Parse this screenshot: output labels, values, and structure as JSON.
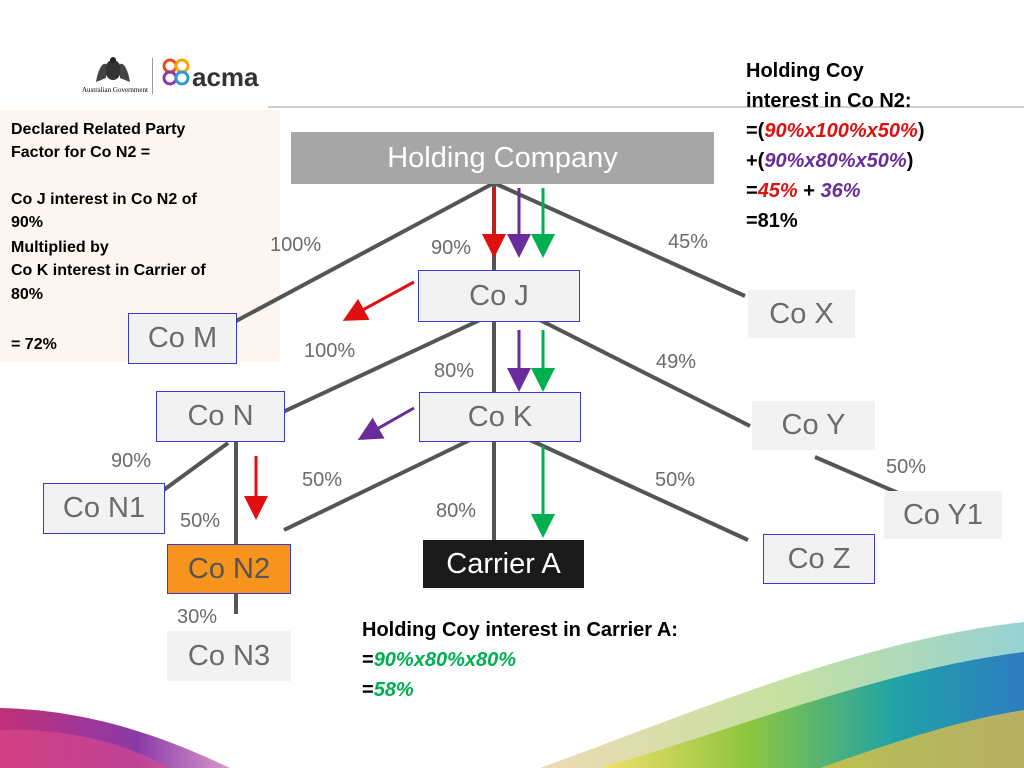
{
  "logo": {
    "gov_text": "Australian Government",
    "brand_text": "acma"
  },
  "note": {
    "lines": [
      "Declared Related Party",
      "Factor for Co N2 =",
      "",
      "Co J interest in Co N2 of",
      "90%",
      "Multiplied by",
      "Co K interest in Carrier of",
      "80%",
      "",
      "= 72%"
    ]
  },
  "entities": {
    "holding": "Holding Company",
    "coj": "Co J",
    "cox": "Co X",
    "com": "Co M",
    "cok": "Co K",
    "con": "Co N",
    "coy": "Co Y",
    "con1": "Co N1",
    "con2": "Co N2",
    "carrier": "Carrier A",
    "coz": "Co Z",
    "coy1": "Co Y1",
    "con3": "Co N3"
  },
  "percentages": {
    "hold_com": "100%",
    "hold_coj": "90%",
    "hold_cox": "45%",
    "coj_con": "100%",
    "coj_cok": "80%",
    "coj_coy": "49%",
    "con_con1": "90%",
    "con_con2": "50%",
    "cok_con2": "50%",
    "cok_carrier": "80%",
    "cok_coz": "50%",
    "coy_coy1": "50%",
    "con2_con3": "30%"
  },
  "calc_n2": {
    "title1": "Holding Coy",
    "title2": "interest in Co N2:",
    "l3_pre": "=(",
    "l3_val": "90%x100%x50%",
    "l3_post": ")",
    "l4_pre": "+(",
    "l4_val": "90%x80%x50%",
    "l4_post": ")",
    "l5_pre": "=",
    "l5_a": "45%",
    "l5_plus": " + ",
    "l5_b": "36%",
    "l6": "=81%"
  },
  "calc_carrier": {
    "title": "Holding Coy interest in Carrier A:",
    "l2_pre": "=",
    "l2_val": "90%x80%x80%",
    "l3_pre": "=",
    "l3_val": "58%"
  },
  "colors": {
    "red_path": "#e01010",
    "purple_path": "#6a2c9a",
    "green_path": "#00b050",
    "highlight_box": "#f7941d",
    "carrier_box": "#1a1a1a",
    "holding_box": "#a6a6a6",
    "line": "#555555"
  }
}
